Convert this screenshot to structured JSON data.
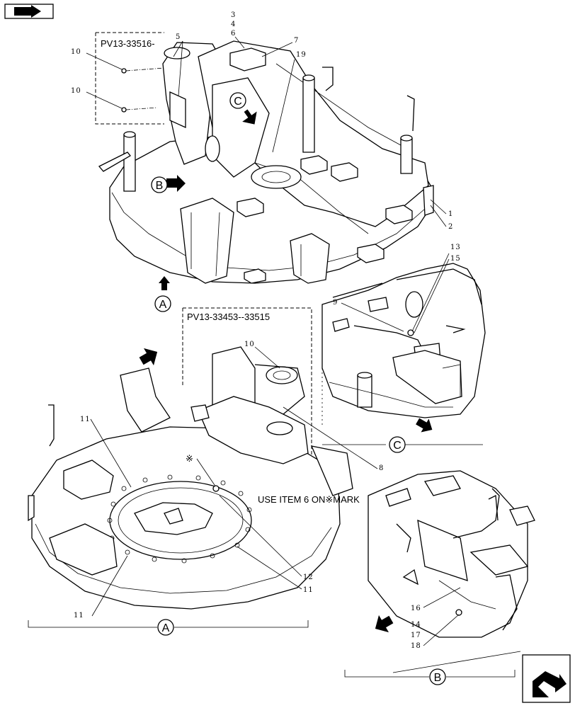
{
  "frames": {
    "top": "PV13-33516-",
    "mid": "PV13-33453--33515"
  },
  "note": "USE ITEM 6 ON※MARK",
  "mark_symbol": "※",
  "views": {
    "a": "A",
    "b": "B",
    "c": "C"
  },
  "callouts": {
    "c1": "1",
    "c2": "2",
    "c3": "3",
    "c4": "4",
    "c5": "5",
    "c6": "6",
    "c7": "7",
    "c8": "8",
    "c9": "9",
    "c10a": "10",
    "c10b": "10",
    "c10c": "10",
    "c11a": "11",
    "c11b": "11",
    "c11c": "11",
    "c12": "12",
    "c13": "13",
    "c14": "14",
    "c15": "15",
    "c16": "16",
    "c17": "17",
    "c18": "18",
    "c19": "19"
  },
  "icons": {
    "top_left": "next-page-arrow-icon",
    "bottom_right": "previous-page-arrow-icon"
  }
}
